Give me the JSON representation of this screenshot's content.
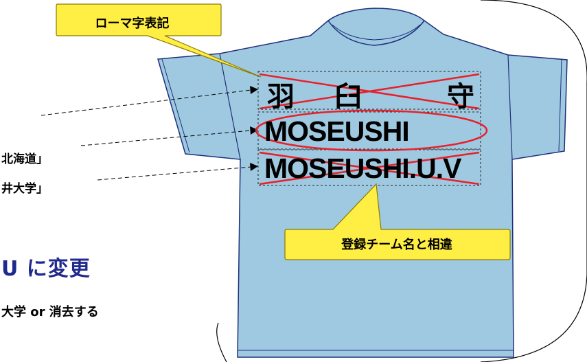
{
  "callouts": {
    "romaji_label": "ローマ字表記",
    "mismatch_label": "登録チーム名と相違"
  },
  "left_notes": {
    "line1": "北海道」",
    "line2": "井大学」",
    "line3": "U に変更",
    "line4": "大学 or 消去する"
  },
  "shirt": {
    "name_chars": [
      "羽",
      "臼",
      "守"
    ],
    "team_text": "MOSEUSHI",
    "university_text": "MOSEUSHI.U.V"
  },
  "colors": {
    "shirt_fill": "#9ec9e0",
    "shirt_stroke": "#1e2f7a",
    "callout_fill": "#ffee44",
    "cross_red": "#e8202a",
    "headline_blue": "#1f2a8c"
  }
}
